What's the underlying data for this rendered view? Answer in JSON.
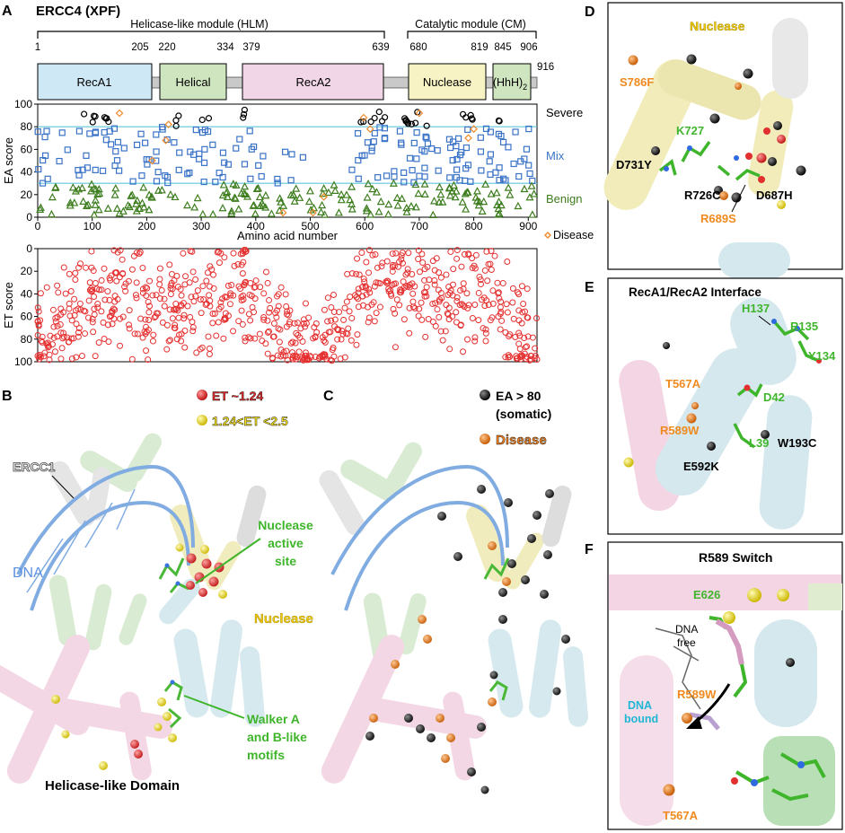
{
  "panel_labels": {
    "a": "A",
    "b": "B",
    "c": "C",
    "d": "D",
    "e": "E",
    "f": "F"
  },
  "panel_a": {
    "title": "ERCC4 (XPF)",
    "modules": [
      {
        "label": "Helicase-like module (HLM)"
      },
      {
        "label": "Catalytic module (CM)"
      }
    ],
    "tick_labels": [
      "1",
      "205",
      "220",
      "334",
      "379",
      "639",
      "680",
      "819",
      "845",
      "906",
      "916"
    ],
    "domains": [
      {
        "label": "RecA1",
        "color": "#cfe8f6"
      },
      {
        "label": "Helical",
        "color": "#cfe5bf"
      },
      {
        "label": "RecA2",
        "color": "#f0d6e6"
      },
      {
        "label": "Nuclease",
        "color": "#f7f3c4"
      },
      {
        "label": "(HhH)",
        "sub": "2",
        "color": "#cfe5bf"
      }
    ],
    "linker_color": "#c9c9c9"
  },
  "chart_data": [
    {
      "type": "scatter",
      "title": "",
      "xlabel": "Amino acid number",
      "ylabel": "EA score",
      "xlim": [
        0,
        916
      ],
      "ylim": [
        0,
        100
      ],
      "x_ticks": [
        "0",
        "100",
        "200",
        "300",
        "400",
        "500",
        "600",
        "700",
        "800",
        "900"
      ],
      "y_ticks": [
        "0",
        "20",
        "40",
        "60",
        "80",
        "100"
      ],
      "thresholds": [
        30,
        80
      ],
      "threshold_color": "#5fc6d8",
      "category_labels": [
        {
          "label": "Severe",
          "color": "#000000"
        },
        {
          "label": "Mix",
          "color": "#3a73c7"
        },
        {
          "label": "Benign",
          "color": "#3d7d1e"
        }
      ],
      "legend": {
        "label": "Disease",
        "marker": "diamond",
        "color": "#f08a2d",
        "position": "bottom-right"
      },
      "series": [
        {
          "marker": "circle",
          "color": "#000000",
          "clusters": [
            [
              85,
              140,
              82,
              92,
              8
            ],
            [
              240,
              260,
              80,
              92,
              3
            ],
            [
              300,
              315,
              82,
              90,
              2
            ],
            [
              375,
              380,
              84,
              96,
              3
            ],
            [
              590,
              640,
              80,
              95,
              7
            ],
            [
              650,
              720,
              80,
              94,
              9
            ],
            [
              760,
              800,
              80,
              96,
              5
            ],
            [
              840,
              850,
              84,
              88,
              2
            ]
          ]
        },
        {
          "marker": "square",
          "color": "#3a73c7",
          "clusters": [
            [
              0,
              120,
              30,
              80,
              22
            ],
            [
              120,
              230,
              30,
              80,
              26
            ],
            [
              230,
              330,
              30,
              80,
              22
            ],
            [
              330,
              380,
              30,
              70,
              8
            ],
            [
              380,
              440,
              30,
              80,
              8
            ],
            [
              440,
              500,
              30,
              60,
              5
            ],
            [
              560,
              640,
              30,
              80,
              16
            ],
            [
              640,
              720,
              30,
              80,
              22
            ],
            [
              720,
              780,
              30,
              80,
              16
            ],
            [
              780,
              850,
              30,
              80,
              18
            ],
            [
              850,
              916,
              30,
              80,
              15
            ]
          ]
        },
        {
          "marker": "triangle",
          "color": "#3d7d1e",
          "clusters": [
            [
              0,
              130,
              2,
              30,
              28
            ],
            [
              130,
              260,
              2,
              30,
              24
            ],
            [
              260,
              400,
              2,
              30,
              26
            ],
            [
              400,
              560,
              2,
              30,
              34
            ],
            [
              560,
              660,
              2,
              30,
              18
            ],
            [
              660,
              800,
              2,
              30,
              28
            ],
            [
              800,
              916,
              2,
              30,
              24
            ]
          ]
        },
        {
          "marker": "diamond",
          "color": "#f08a2d",
          "values": [
            [
              150,
              92
            ],
            [
              210,
              50
            ],
            [
              235,
              68
            ],
            [
              240,
              82
            ],
            [
              450,
              4
            ],
            [
              505,
              4
            ],
            [
              525,
              18
            ],
            [
              598,
              88
            ],
            [
              610,
              78
            ],
            [
              700,
              92
            ],
            [
              790,
              70
            ],
            [
              800,
              78
            ]
          ]
        }
      ]
    },
    {
      "type": "scatter",
      "title": "",
      "xlabel": "",
      "ylabel": "ET score",
      "xlim": [
        0,
        916
      ],
      "ylim": [
        100,
        0
      ],
      "y_ticks": [
        "0",
        "20",
        "40",
        "60",
        "80",
        "100"
      ],
      "series": [
        {
          "marker": "circle",
          "color": "#e53030",
          "profile": [
            [
              0,
              85
            ],
            [
              50,
              60
            ],
            [
              100,
              45
            ],
            [
              150,
              40
            ],
            [
              200,
              50
            ],
            [
              250,
              45
            ],
            [
              300,
              50
            ],
            [
              350,
              45
            ],
            [
              375,
              30
            ],
            [
              400,
              55
            ],
            [
              450,
              80
            ],
            [
              480,
              90
            ],
            [
              520,
              90
            ],
            [
              550,
              80
            ],
            [
              580,
              45
            ],
            [
              620,
              25
            ],
            [
              650,
              30
            ],
            [
              700,
              30
            ],
            [
              750,
              40
            ],
            [
              800,
              40
            ],
            [
              850,
              50
            ],
            [
              900,
              85
            ],
            [
              916,
              92
            ]
          ],
          "count": 780
        }
      ]
    }
  ],
  "panel_b": {
    "legend": [
      {
        "label": "ET ~1.24",
        "color": "#e52d2d"
      },
      {
        "label": "1.24<ET <2.5",
        "color": "#f4e21b"
      }
    ],
    "labels": {
      "ercc1": "ERCC1",
      "dna": "DNA",
      "nuclease_site": "Nuclease\nactive\nsite",
      "nuclease": "Nuclease",
      "walker": "Walker A\nand B-like\nmotifs",
      "helicase": "Helicase-like Domain"
    }
  },
  "panel_c": {
    "legend": [
      {
        "label": "EA > 80\n(somatic)",
        "color": "#111111"
      },
      {
        "label": "Disease",
        "color": "#f07f1d"
      }
    ]
  },
  "panel_d": {
    "title": "Nuclease",
    "residues": [
      {
        "label": "S786F",
        "color": "#f08a1e"
      },
      {
        "label": "K727",
        "color": "#3fb52c"
      },
      {
        "label": "D731Y",
        "color": "#000000"
      },
      {
        "label": "R726C",
        "color": "#000000"
      },
      {
        "label": "D687H",
        "color": "#000000"
      },
      {
        "label": "R689S",
        "color": "#f08a1e"
      }
    ]
  },
  "panel_e": {
    "title": "RecA1/RecA2 Interface",
    "residues": [
      {
        "label": "H137",
        "color": "#3fb52c"
      },
      {
        "label": "R135",
        "color": "#3fb52c"
      },
      {
        "label": "Y134",
        "color": "#3fb52c"
      },
      {
        "label": "T567A",
        "color": "#f08a1e"
      },
      {
        "label": "D42",
        "color": "#3fb52c"
      },
      {
        "label": "R589W",
        "color": "#f08a1e"
      },
      {
        "label": "L39",
        "color": "#3fb52c"
      },
      {
        "label": "W193C",
        "color": "#000000"
      },
      {
        "label": "E592K",
        "color": "#000000"
      }
    ]
  },
  "panel_f": {
    "title": "R589 Switch",
    "labels": {
      "e626": "E626",
      "dna_free": "DNA\nfree",
      "dna_bound": "DNA\nbound",
      "r589w": "R589W",
      "t567a": "T567A"
    },
    "colors": {
      "green": "#3fb52c",
      "orange": "#f08a1e",
      "cyan": "#1fb7d4"
    }
  }
}
